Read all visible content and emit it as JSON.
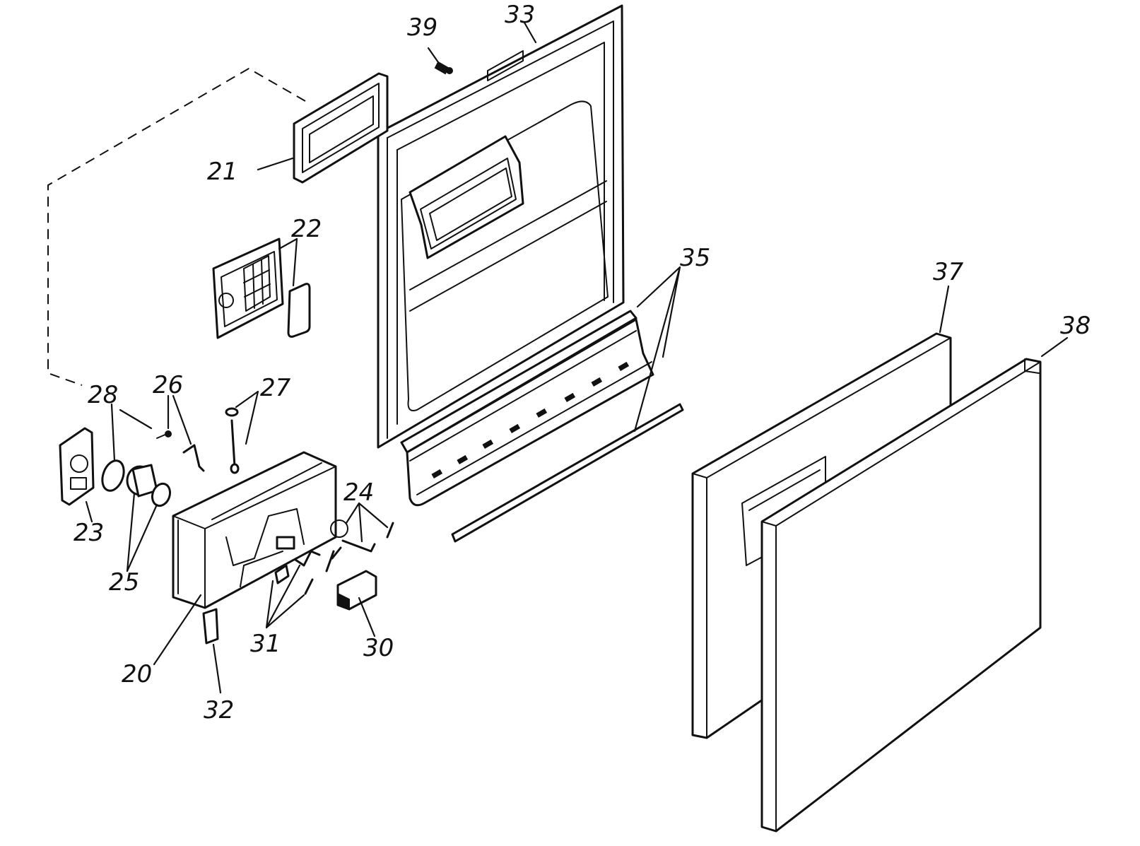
{
  "callouts": [
    {
      "id": "20",
      "label": "20"
    },
    {
      "id": "21",
      "label": "21"
    },
    {
      "id": "22",
      "label": "22"
    },
    {
      "id": "23",
      "label": "23"
    },
    {
      "id": "24",
      "label": "24"
    },
    {
      "id": "25",
      "label": "25"
    },
    {
      "id": "26",
      "label": "26"
    },
    {
      "id": "27",
      "label": "27"
    },
    {
      "id": "28",
      "label": "28"
    },
    {
      "id": "30",
      "label": "30"
    },
    {
      "id": "31",
      "label": "31"
    },
    {
      "id": "32",
      "label": "32"
    },
    {
      "id": "33",
      "label": "33"
    },
    {
      "id": "35",
      "label": "35"
    },
    {
      "id": "37",
      "label": "37"
    },
    {
      "id": "38",
      "label": "38"
    },
    {
      "id": "39",
      "label": "39"
    }
  ]
}
